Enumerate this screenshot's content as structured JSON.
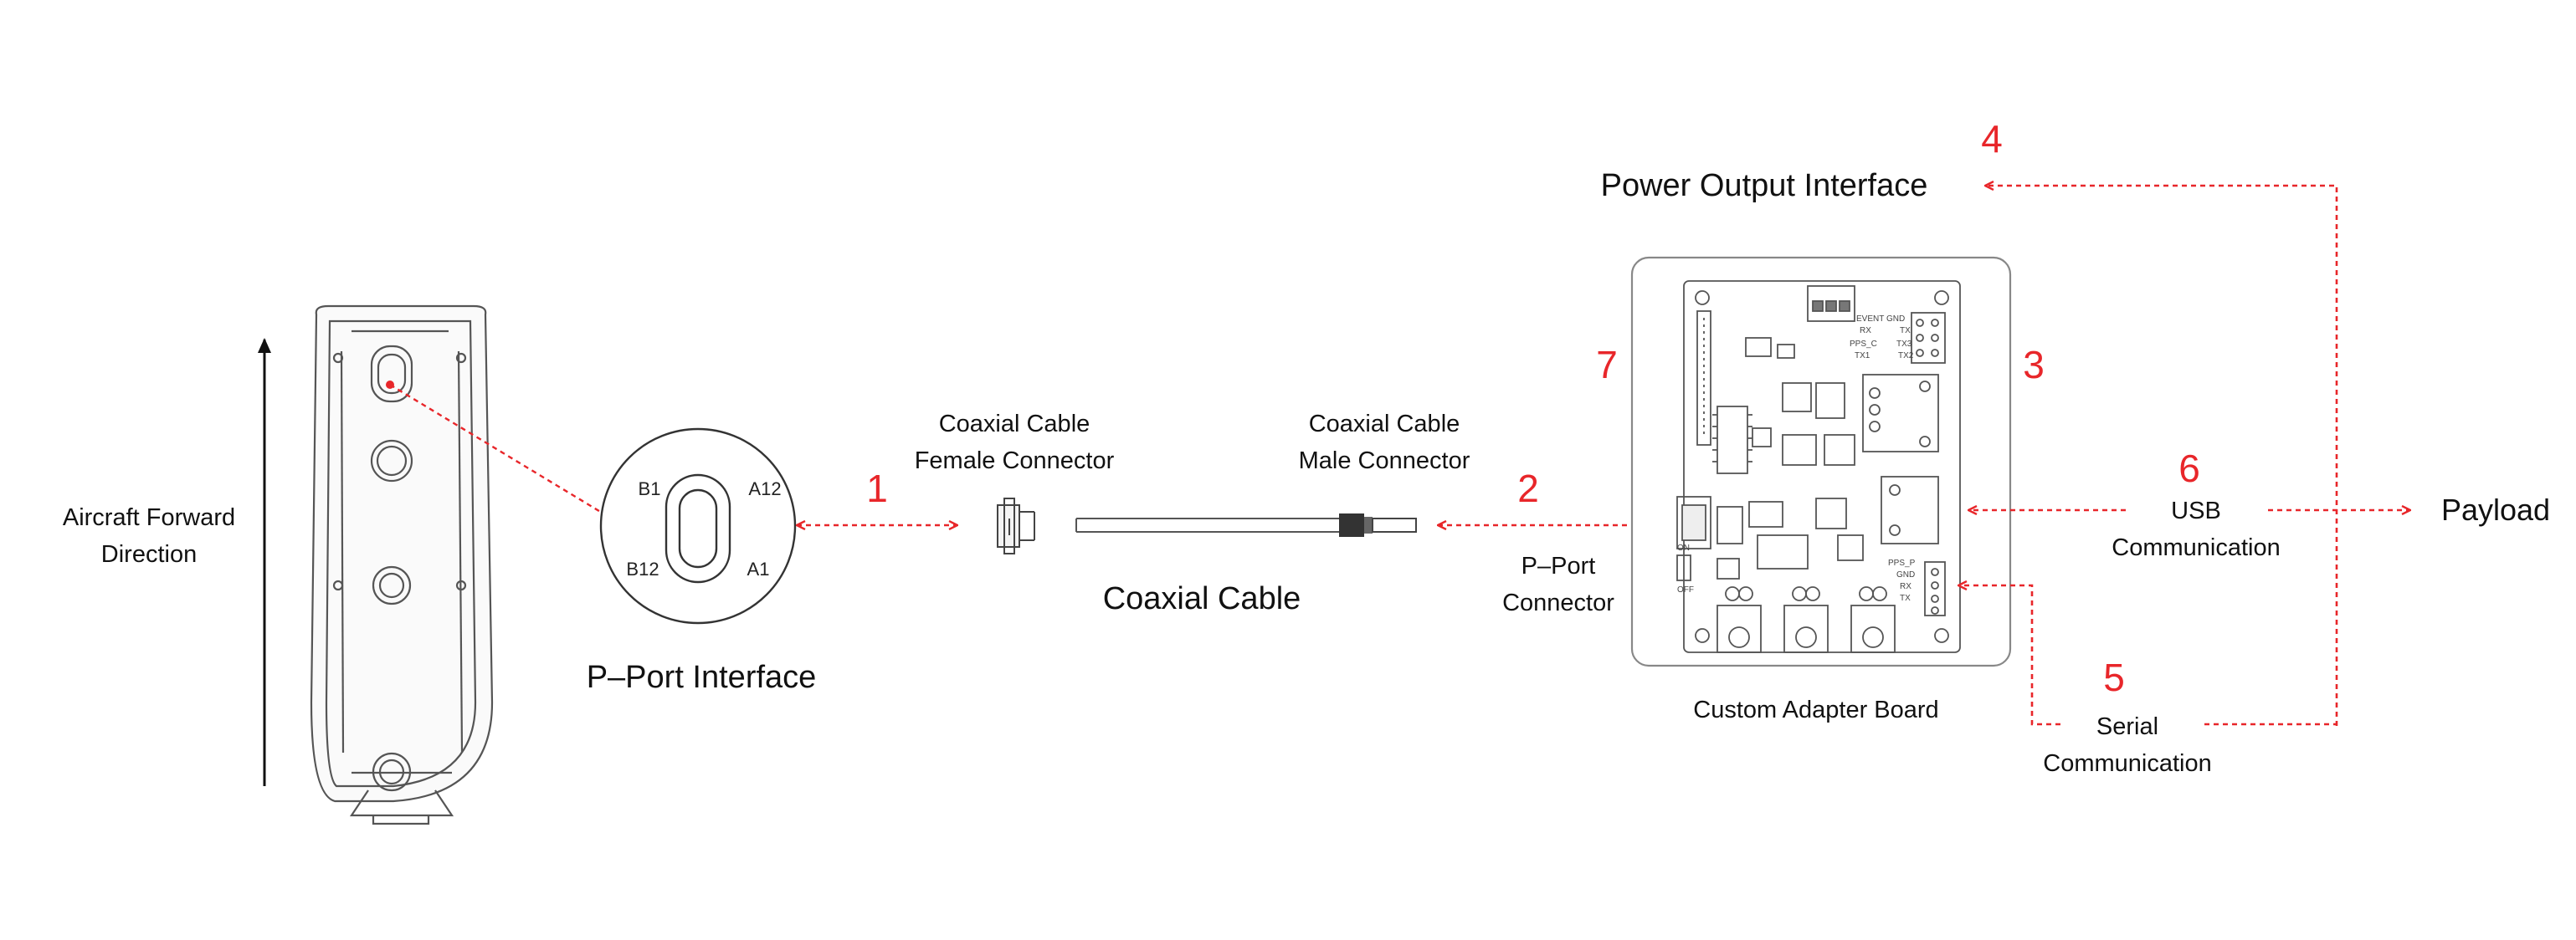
{
  "colors": {
    "accent": "#e8262a",
    "line": "#555555",
    "text": "#111111"
  },
  "labels": {
    "aircraft_forward_1": "Aircraft Forward",
    "aircraft_forward_2": "Direction",
    "p_port_interface": "P–Port Interface",
    "pin_b1": "B1",
    "pin_a12": "A12",
    "pin_b12": "B12",
    "pin_a1": "A1",
    "female_1": "Coaxial Cable",
    "female_2": "Female Connector",
    "male_1": "Coaxial Cable",
    "male_2": "Male Connector",
    "coaxial_cable": "Coaxial Cable",
    "p_port_connector_1": "P–Port",
    "p_port_connector_2": "Connector",
    "power_output": "Power Output Interface",
    "custom_adapter_board": "Custom Adapter Board",
    "usb_1": "USB",
    "usb_2": "Communication",
    "serial_1": "Serial",
    "serial_2": "Communication",
    "payload": "Payload"
  },
  "markers": [
    "1",
    "2",
    "3",
    "4",
    "5",
    "6",
    "7"
  ],
  "board_silkscreen": [
    "EVENT",
    "GND",
    "RX",
    "TX",
    "PPS_C",
    "TX1",
    "TX2",
    "TX3",
    "PPS_P",
    "GND",
    "RX",
    "TX",
    "ON",
    "OFF"
  ]
}
